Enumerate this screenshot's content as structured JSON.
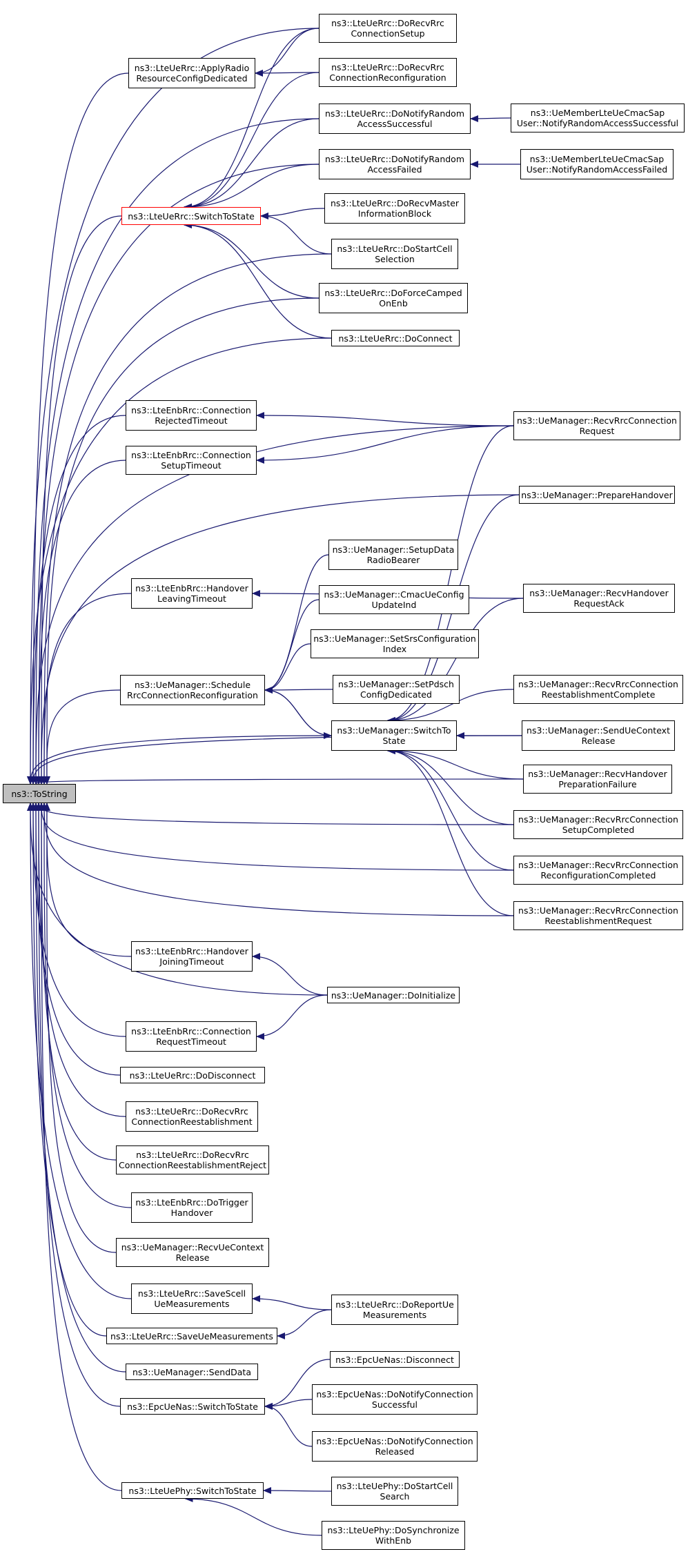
{
  "colors": {
    "edge": "#191970",
    "border": "#000000",
    "red_border": "#ff0000",
    "focus_fill": "#bfbfbf"
  },
  "nodes": [
    {
      "id": "tostring",
      "label": "ns3::ToString"
    },
    {
      "id": "uerrc_switchtostate",
      "label": "ns3::LteUeRrc::SwitchToState"
    },
    {
      "id": "applyradio",
      "label": "ns3::LteUeRrc::ApplyRadio\nResourceConfigDedicated"
    },
    {
      "id": "dorecvrrc_setup",
      "label": "ns3::LteUeRrc::DoRecvRrc\nConnectionSetup"
    },
    {
      "id": "dorecvrrc_reconf",
      "label": "ns3::LteUeRrc::DoRecvRrc\nConnectionReconfiguration"
    },
    {
      "id": "donotify_ra_success",
      "label": "ns3::LteUeRrc::DoNotifyRandom\nAccessSuccessful"
    },
    {
      "id": "cmacsap_success",
      "label": "ns3::UeMemberLteUeCmacSap\nUser::NotifyRandomAccessSuccessful"
    },
    {
      "id": "donotify_ra_failed",
      "label": "ns3::LteUeRrc::DoNotifyRandom\nAccessFailed"
    },
    {
      "id": "cmacsap_failed",
      "label": "ns3::UeMemberLteUeCmacSap\nUser::NotifyRandomAccessFailed"
    },
    {
      "id": "dorecvmaster",
      "label": "ns3::LteUeRrc::DoRecvMaster\nInformationBlock"
    },
    {
      "id": "dostartcell",
      "label": "ns3::LteUeRrc::DoStartCell\nSelection"
    },
    {
      "id": "doforcecamped",
      "label": "ns3::LteUeRrc::DoForceCamped\nOnEnb"
    },
    {
      "id": "doconnect",
      "label": "ns3::LteUeRrc::DoConnect"
    },
    {
      "id": "conn_rejected_timeout",
      "label": "ns3::LteEnbRrc::Connection\nRejectedTimeout"
    },
    {
      "id": "recvrrc_request",
      "label": "ns3::UeManager::RecvRrcConnection\nRequest"
    },
    {
      "id": "conn_setup_timeout",
      "label": "ns3::LteEnbRrc::Connection\nSetupTimeout"
    },
    {
      "id": "preparehandover",
      "label": "ns3::UeManager::PrepareHandover"
    },
    {
      "id": "setupdata",
      "label": "ns3::UeManager::SetupData\nRadioBearer"
    },
    {
      "id": "handover_leaving",
      "label": "ns3::LteEnbRrc::Handover\nLeavingTimeout"
    },
    {
      "id": "recvhandover_ack",
      "label": "ns3::UeManager::RecvHandover\nRequestAck"
    },
    {
      "id": "cmacueconfig",
      "label": "ns3::UeManager::CmacUeConfig\nUpdateInd"
    },
    {
      "id": "setsrs",
      "label": "ns3::UeManager::SetSrsConfiguration\nIndex"
    },
    {
      "id": "schedule_reconf",
      "label": "ns3::UeManager::Schedule\nRrcConnectionReconfiguration"
    },
    {
      "id": "setpdsch",
      "label": "ns3::UeManager::SetPdsch\nConfigDedicated"
    },
    {
      "id": "recvrrc_reest_complete",
      "label": "ns3::UeManager::RecvRrcConnection\nReestablishmentComplete"
    },
    {
      "id": "uemgr_switchtostate",
      "label": "ns3::UeManager::SwitchTo\nState"
    },
    {
      "id": "senduecontext",
      "label": "ns3::UeManager::SendUeContext\nRelease"
    },
    {
      "id": "recvhandover_prepfail",
      "label": "ns3::UeManager::RecvHandover\nPreparationFailure"
    },
    {
      "id": "recvrrc_setupcompleted",
      "label": "ns3::UeManager::RecvRrcConnection\nSetupCompleted"
    },
    {
      "id": "recvrrc_reconfcompleted",
      "label": "ns3::UeManager::RecvRrcConnection\nReconfigurationCompleted"
    },
    {
      "id": "recvrrc_reestrequest",
      "label": "ns3::UeManager::RecvRrcConnection\nReestablishmentRequest"
    },
    {
      "id": "handover_joining",
      "label": "ns3::LteEnbRrc::Handover\nJoiningTimeout"
    },
    {
      "id": "doinitialize",
      "label": "ns3::UeManager::DoInitialize"
    },
    {
      "id": "conn_request_timeout",
      "label": "ns3::LteEnbRrc::Connection\nRequestTimeout"
    },
    {
      "id": "dodisconnect",
      "label": "ns3::LteUeRrc::DoDisconnect"
    },
    {
      "id": "dorecvrrc_reest",
      "label": "ns3::LteUeRrc::DoRecvRrc\nConnectionReestablishment"
    },
    {
      "id": "dorecvrrc_reestreject",
      "label": "ns3::LteUeRrc::DoRecvRrc\nConnectionReestablishmentReject"
    },
    {
      "id": "dotrigger_handover",
      "label": "ns3::LteEnbRrc::DoTrigger\nHandover"
    },
    {
      "id": "recvuecontext",
      "label": "ns3::UeManager::RecvUeContext\nRelease"
    },
    {
      "id": "savescell",
      "label": "ns3::LteUeRrc::SaveScell\nUeMeasurements"
    },
    {
      "id": "doreportue",
      "label": "ns3::LteUeRrc::DoReportUe\nMeasurements"
    },
    {
      "id": "saveuemeas",
      "label": "ns3::LteUeRrc::SaveUeMeasurements"
    },
    {
      "id": "senddata",
      "label": "ns3::UeManager::SendData"
    },
    {
      "id": "epcnas_disconnect",
      "label": "ns3::EpcUeNas::Disconnect"
    },
    {
      "id": "epcnas_switchtostate",
      "label": "ns3::EpcUeNas::SwitchToState"
    },
    {
      "id": "epcnas_notify_success",
      "label": "ns3::EpcUeNas::DoNotifyConnection\nSuccessful"
    },
    {
      "id": "epcnas_notify_released",
      "label": "ns3::EpcUeNas::DoNotifyConnection\nReleased"
    },
    {
      "id": "uephy_switchtostate",
      "label": "ns3::LteUePhy::SwitchToState"
    },
    {
      "id": "uephy_dostartcell",
      "label": "ns3::LteUePhy::DoStartCell\nSearch"
    },
    {
      "id": "uephy_dosync",
      "label": "ns3::LteUePhy::DoSynchronize\nWithEnb"
    }
  ]
}
